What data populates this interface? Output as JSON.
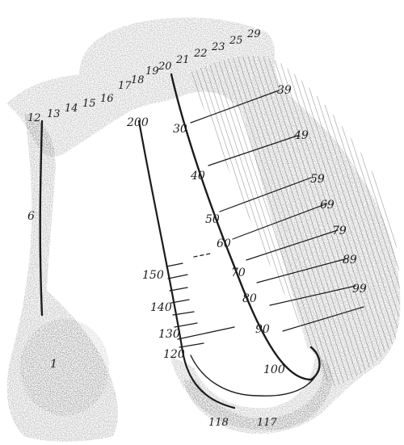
{
  "figure": {
    "ink_color": "#1c1c1c",
    "shade_color": "#8a8a8a",
    "background_color": "#ffffff",
    "top_scale": [
      "12",
      "13",
      "14",
      "15",
      "16",
      "17",
      "18",
      "19",
      "20",
      "21",
      "22",
      "23",
      "25",
      "29"
    ],
    "left_limb_labels": {
      "digit": "6",
      "cavity": "1"
    },
    "inner_scale": [
      "200",
      "150",
      "140",
      "130",
      "120"
    ],
    "middle_scale": [
      "30",
      "40",
      "50",
      "60",
      "70",
      "80",
      "90",
      "100"
    ],
    "outer_scale": [
      "39",
      "49",
      "59",
      "69",
      "79",
      "89",
      "99"
    ],
    "bottom_labels": [
      "118",
      "117"
    ]
  }
}
